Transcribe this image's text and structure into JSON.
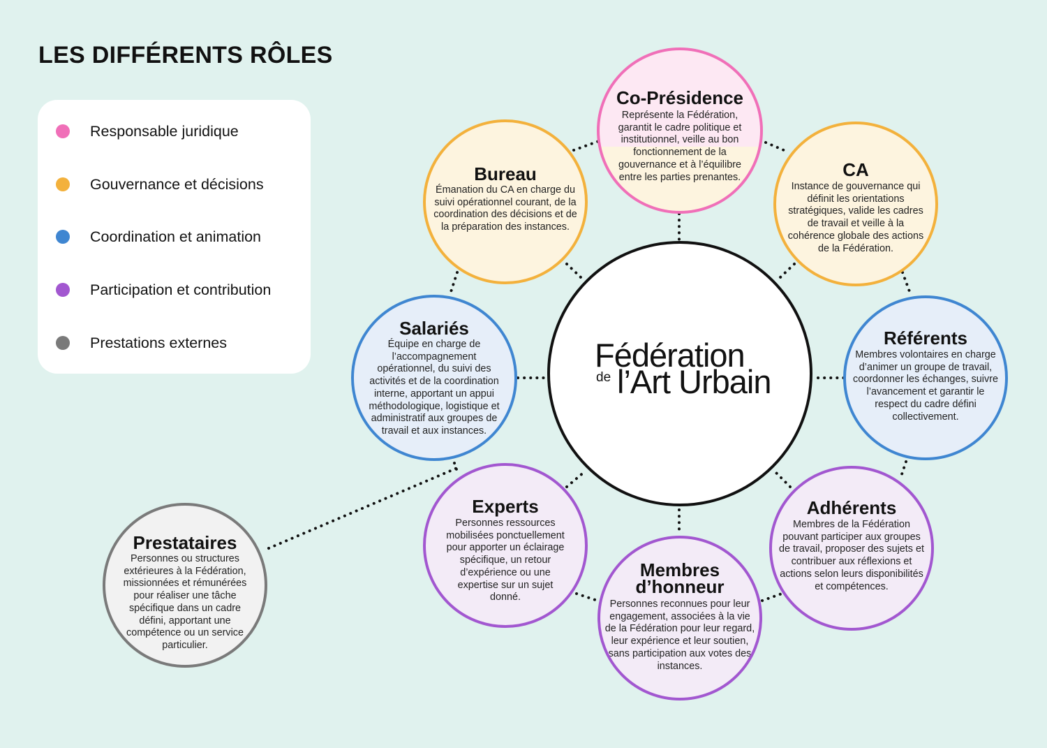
{
  "title": "LES DIFFÉRENTS RÔLES",
  "legend": [
    {
      "label": "Responsable juridique",
      "color": "#f06fb8"
    },
    {
      "label": "Gouvernance et décisions",
      "color": "#f3b13c"
    },
    {
      "label": "Coordination et animation",
      "color": "#3f86d1"
    },
    {
      "label": "Participation et contribution",
      "color": "#a257d0"
    },
    {
      "label": "Prestations externes",
      "color": "#7a7a7a"
    }
  ],
  "center": {
    "line1": "Fédération",
    "de": "de",
    "line2": "l’Art Urbain"
  },
  "roles": {
    "copresidence": {
      "title": "Co-Présidence",
      "desc": "Représente la Fédération, garantit le cadre politique et institutionnel, veille au bon fonctionnement de la gouvernance et à l’équilibre entre les parties prenantes."
    },
    "bureau": {
      "title": "Bureau",
      "desc": "Émanation du CA en charge du suivi opérationnel courant, de la coordination des décisions et de la préparation des instances."
    },
    "ca": {
      "title": "CA",
      "desc": "Instance de gouvernance qui définit les orientations stratégiques, valide les cadres de travail et veille à la cohérence globale des actions de la Fédération."
    },
    "salaries": {
      "title": "Salariés",
      "desc": "Équipe en charge de l’accompagnement opérationnel, du suivi des activités et de la coordination interne, apportant un appui méthodologique, logistique et administratif aux groupes de travail et aux instances."
    },
    "referents": {
      "title": "Référents",
      "desc": "Membres volontaires en charge d’animer un groupe de travail, coordonner les échanges, suivre l’avancement et garantir le respect du cadre défini collectivement."
    },
    "experts": {
      "title": "Experts",
      "desc": "Personnes ressources mobilisées ponctuellement pour apporter un éclairage spécifique, un retour d’expérience ou une expertise sur un sujet donné."
    },
    "adherents": {
      "title": "Adhérents",
      "desc": "Membres de la Fédération pouvant participer aux groupes de travail, proposer des sujets et contribuer aux réflexions et actions selon leurs disponibilités et compétences."
    },
    "membres": {
      "title_line1": "Membres",
      "title_line2": "d’honneur",
      "desc": "Personnes reconnues pour leur engagement, associées à la vie de la Fédération pour leur regard, leur expérience et leur soutien, sans participation aux votes des instances."
    },
    "prestataires": {
      "title": "Prestataires",
      "desc": "Personnes ou structures extérieures à la Fédération, missionnées et rémunérées pour réaliser une tâche spécifique dans un cadre défini, apportant une compétence ou un service particulier."
    }
  }
}
